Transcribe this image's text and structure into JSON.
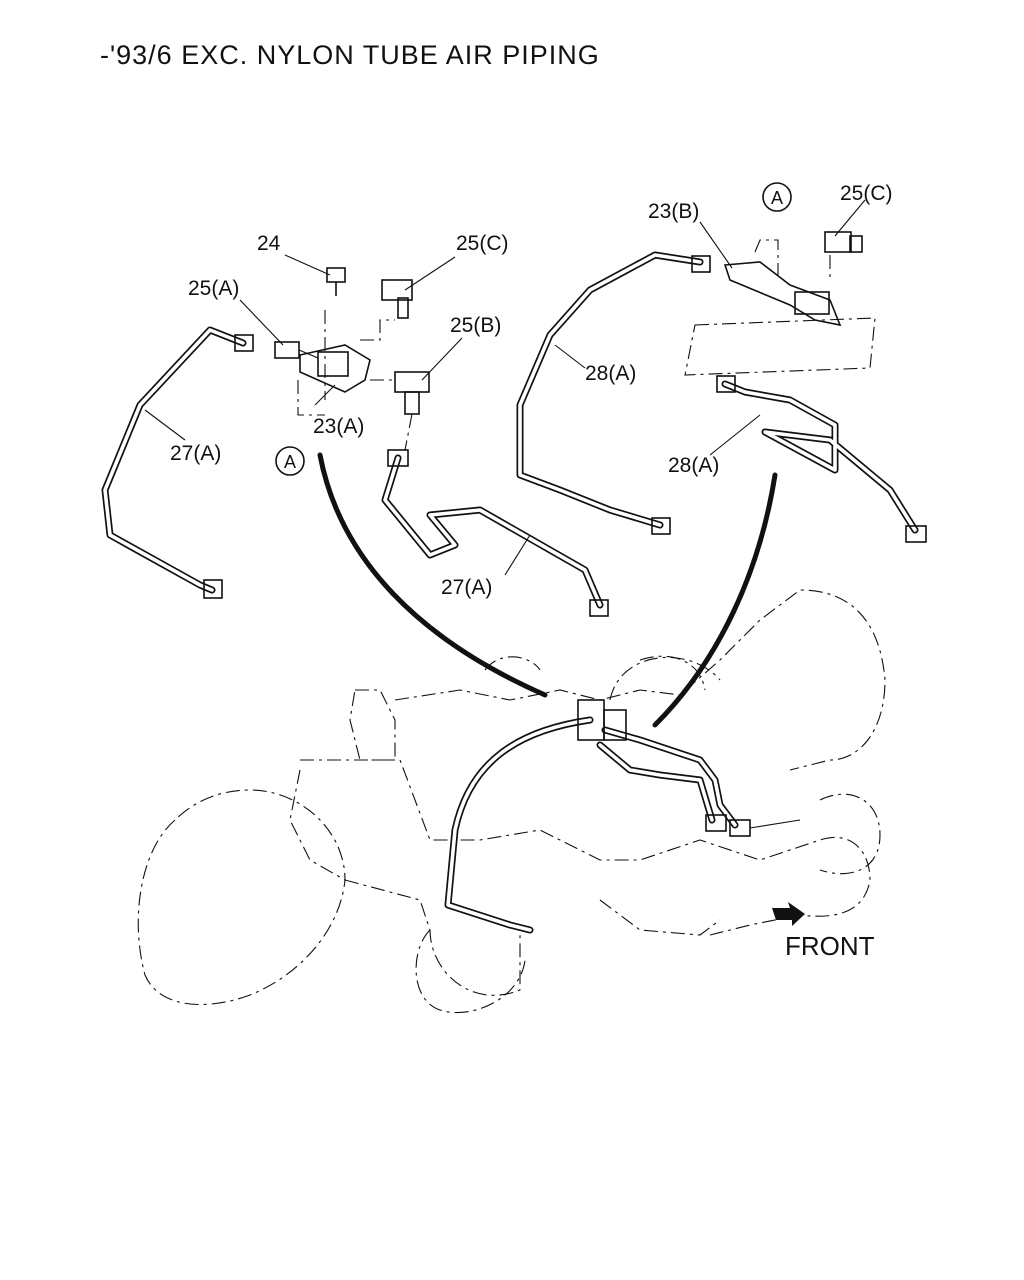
{
  "title": "-'93/6 EXC. NYLON TUBE AIR PIPING",
  "labels": {
    "p24": "24",
    "p25a": "25(A)",
    "p25b": "25(B)",
    "p25c": "25(C)",
    "p23a": "23(A)",
    "p23b": "23(B)",
    "p27a": "27(A)",
    "p28a": "28(A)",
    "ref_a": "A"
  },
  "front_label": "FRONT"
}
